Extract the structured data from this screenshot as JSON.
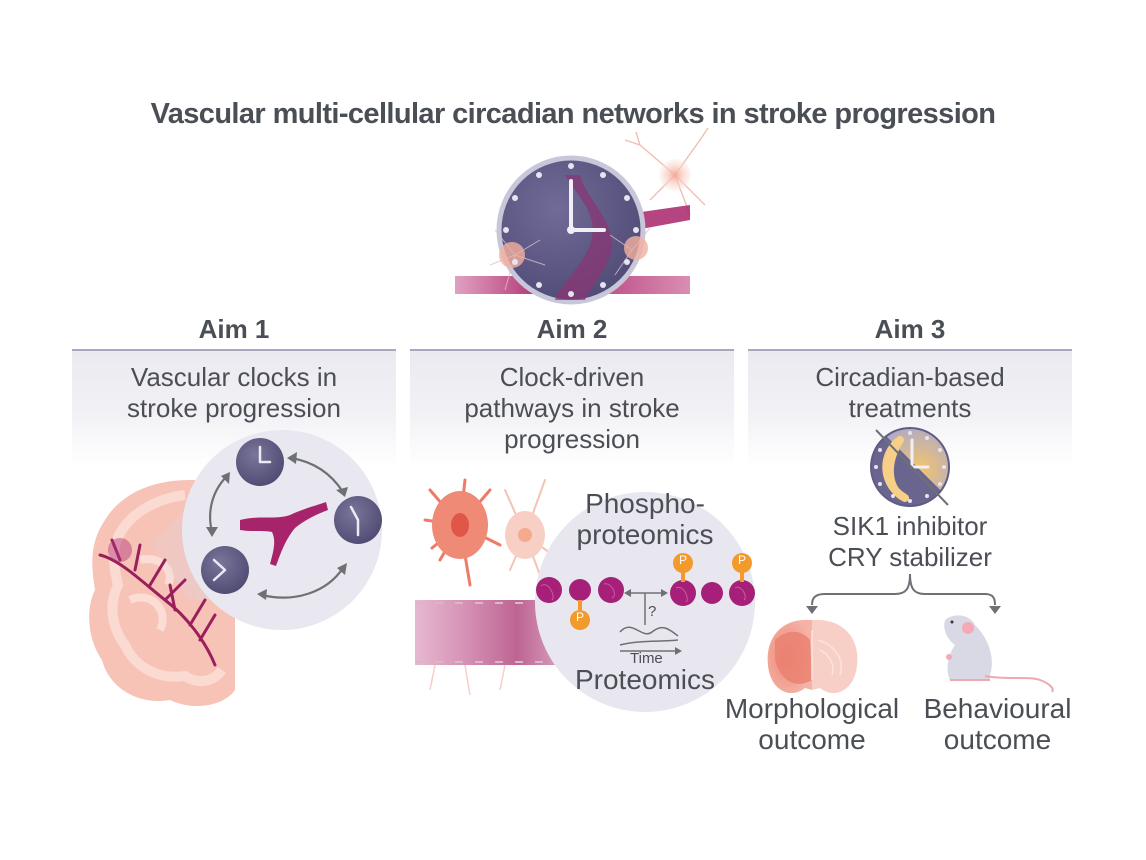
{
  "title": "Vascular multi-cellular circadian networks in stroke progression",
  "colors": {
    "text": "#4a4e55",
    "clock_face": "#5f5a85",
    "vessel": "#b02a6b",
    "neuron": "#f2b4a4",
    "brain": "#f4b7aa",
    "phospho": "#f39a2c",
    "protein": "#a61f78",
    "panel_line": "#a9a6bd",
    "arrow": "#6d7175",
    "mouse": "#d8d7e4"
  },
  "header_icon": "clock-with-vessel-and-neurons-icon",
  "aims": [
    {
      "label": "Aim 1",
      "description_lines": [
        "Vascular clocks in",
        "stroke progression"
      ],
      "illustration": "brain-vasculature-with-three-clocks-icon"
    },
    {
      "label": "Aim 2",
      "description_lines": [
        "Clock-driven",
        "pathways in stroke",
        "progression"
      ],
      "illustration": "neurons-vessel-proteomics-icon",
      "inset": {
        "top_label_lines": [
          "Phospho-",
          "proteomics"
        ],
        "bottom_label": "Proteomics",
        "axis_label": "Time",
        "question_mark": "?",
        "phospho_marker": "P"
      }
    },
    {
      "label": "Aim 3",
      "description_lines": [
        "Circadian-based",
        "treatments"
      ],
      "illustration": "crossed-clock-moon-icon",
      "treatments": [
        "SIK1 inhibitor",
        "CRY stabilizer"
      ],
      "outcomes": [
        {
          "label_lines": [
            "Morphological",
            "outcome"
          ],
          "icon": "brain-slice-icon"
        },
        {
          "label_lines": [
            "Behavioural",
            "outcome"
          ],
          "icon": "mouse-icon"
        }
      ]
    }
  ]
}
